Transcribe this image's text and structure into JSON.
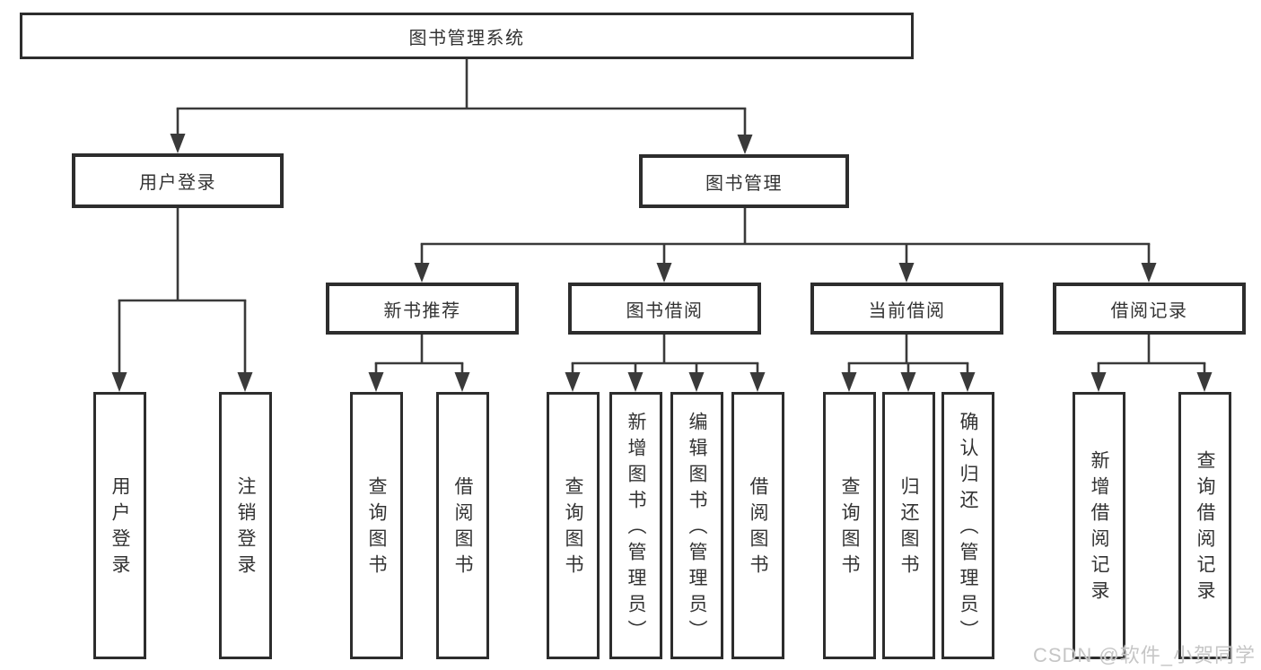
{
  "colors": {
    "line_color": "#3a3a3a",
    "border_color": "#2d2d2d",
    "text_color": "#333333",
    "watermark_color": "#c6c6c6",
    "bg_color": "#ffffff"
  },
  "tree": {
    "root": {
      "label": "图书管理系统"
    },
    "branches": [
      {
        "label": "用户登录",
        "children": [
          {
            "label": "用户登录"
          },
          {
            "label": "注销登录"
          }
        ]
      },
      {
        "label": "图书管理",
        "children": [
          {
            "label": "新书推荐",
            "children": [
              {
                "label": "查询图书"
              },
              {
                "label": "借阅图书"
              }
            ]
          },
          {
            "label": "图书借阅",
            "children": [
              {
                "label": "查询图书"
              },
              {
                "label": "新增图书（管理员）"
              },
              {
                "label": "编辑图书（管理员）"
              },
              {
                "label": "借阅图书"
              }
            ]
          },
          {
            "label": "当前借阅",
            "children": [
              {
                "label": "查询图书"
              },
              {
                "label": "归还图书"
              },
              {
                "label": "确认归还（管理员）"
              }
            ]
          },
          {
            "label": "借阅记录",
            "children": [
              {
                "label": "新增借阅记录"
              },
              {
                "label": "查询借阅记录"
              }
            ]
          }
        ]
      }
    ]
  },
  "watermark": {
    "text": "CSDN @软件_小贺同学"
  }
}
